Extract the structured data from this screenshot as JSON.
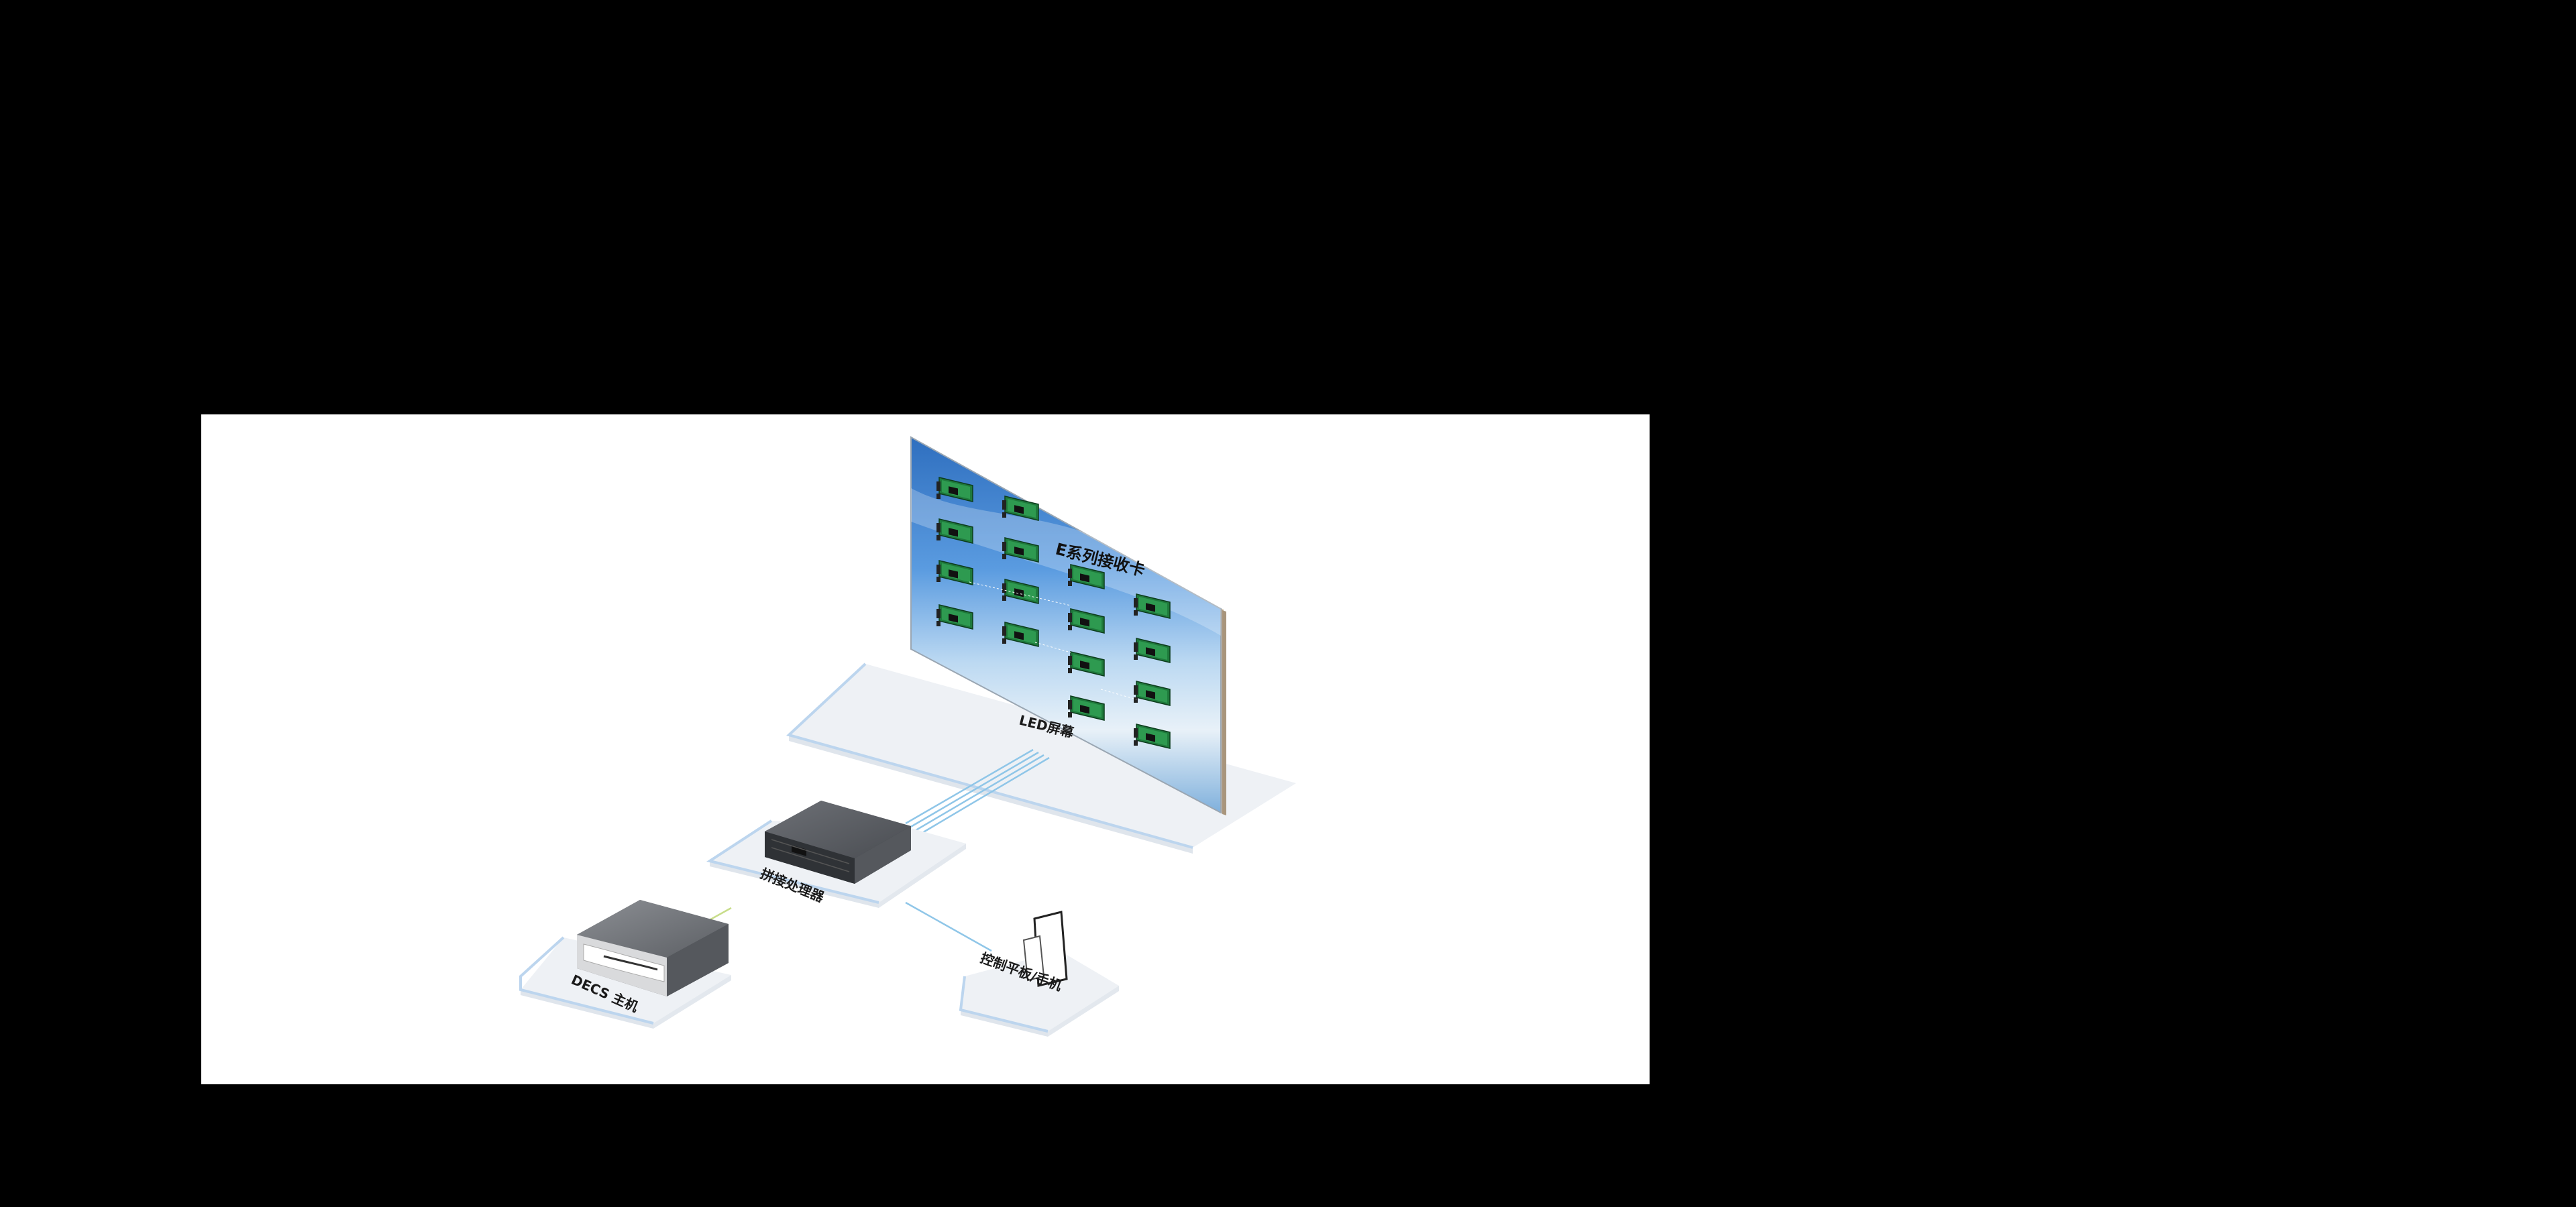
{
  "diagram": {
    "screen_title": "E系列接收卡",
    "labels": {
      "led_screen": "LED屏幕",
      "processor": "拼接处理器",
      "decs_host": "DECS 主机",
      "control_device": "控制平板/手机"
    }
  },
  "colors": {
    "background": "#000000",
    "panel": "#ffffff",
    "platform": "#eef1f5",
    "platform_edge": "#bcd5ee",
    "cable_blue": "#8fc6e8",
    "cable_green": "#c8dd8a",
    "device_dark": "#4a4d52",
    "card_green": "#1f7a3c"
  }
}
